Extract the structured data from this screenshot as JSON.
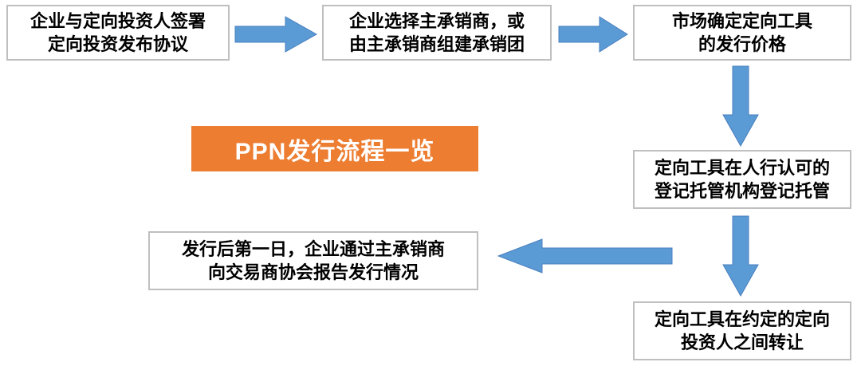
{
  "banner": {
    "label": "PPN发行流程一览",
    "bg_color": "#ed7d31",
    "text_color": "#ffffff"
  },
  "boxes": {
    "sign_agreement": "企业与定向投资人签署\n定向投资发布协议",
    "choose_underwriter": "企业选择主承销商，或\n由主承销商组建承销团",
    "market_price": "市场确定定向工具\n的发行价格",
    "registration": "定向工具在人行认可的\n登记托管机构登记托管",
    "transfer": "定向工具在约定的定向\n投资人之间转让",
    "report": "发行后第一日，企业通过主承销商\n向交易商协会报告发行情况"
  },
  "colors": {
    "arrow_fill": "#5b9bd5",
    "arrow_border": "#4a7fbf",
    "box_border": "#bfbfbf",
    "box_text": "#000000"
  }
}
